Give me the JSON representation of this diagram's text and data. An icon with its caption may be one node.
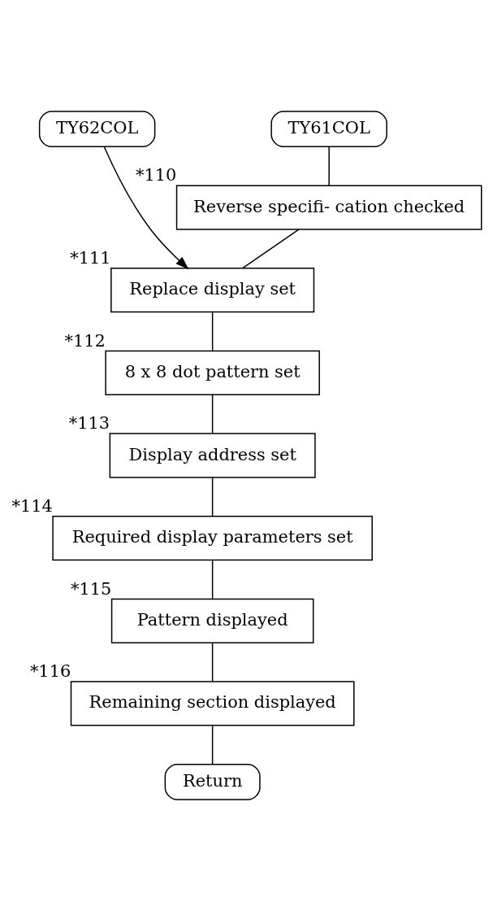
{
  "diagram": {
    "nodes": [
      {
        "text": [
          "TY62COL"
        ]
      },
      {
        "text": [
          "TY61COL"
        ]
      },
      {
        "text": [
          "Reverse specifi- cation checked"
        ],
        "beside": [
          "*110"
        ]
      },
      {
        "text": [
          "Replace display set"
        ],
        "beside": [
          "*111"
        ]
      },
      {
        "text": [
          "8 x 8 dot pattern set"
        ],
        "beside": [
          "*112"
        ]
      },
      {
        "text": [
          "Display address set"
        ],
        "beside": [
          "*113"
        ]
      },
      {
        "text": [
          "Required display parameters set"
        ],
        "beside": [
          "*114"
        ]
      },
      {
        "text": [
          "Pattern displayed"
        ],
        "beside": [
          "*115"
        ]
      },
      {
        "text": [
          "Remaining section displayed"
        ],
        "beside": [
          "*116"
        ]
      },
      {
        "text": [
          "Return"
        ]
      }
    ],
    "edges": [
      {
        "from": 1,
        "to": 2,
        "arrow": "none"
      },
      {
        "from": 2,
        "to": 3,
        "arrow": "none"
      },
      {
        "from": 0,
        "to": 3,
        "arrow": "to"
      },
      {
        "from": 3,
        "to": 4,
        "arrow": "none"
      },
      {
        "from": 4,
        "to": 5,
        "arrow": "none"
      },
      {
        "from": 5,
        "to": 6,
        "arrow": "none"
      },
      {
        "from": 6,
        "to": 7,
        "arrow": "none"
      },
      {
        "from": 7,
        "to": 8,
        "arrow": "none"
      },
      {
        "from": 8,
        "to": 9,
        "arrow": "none"
      }
    ]
  }
}
